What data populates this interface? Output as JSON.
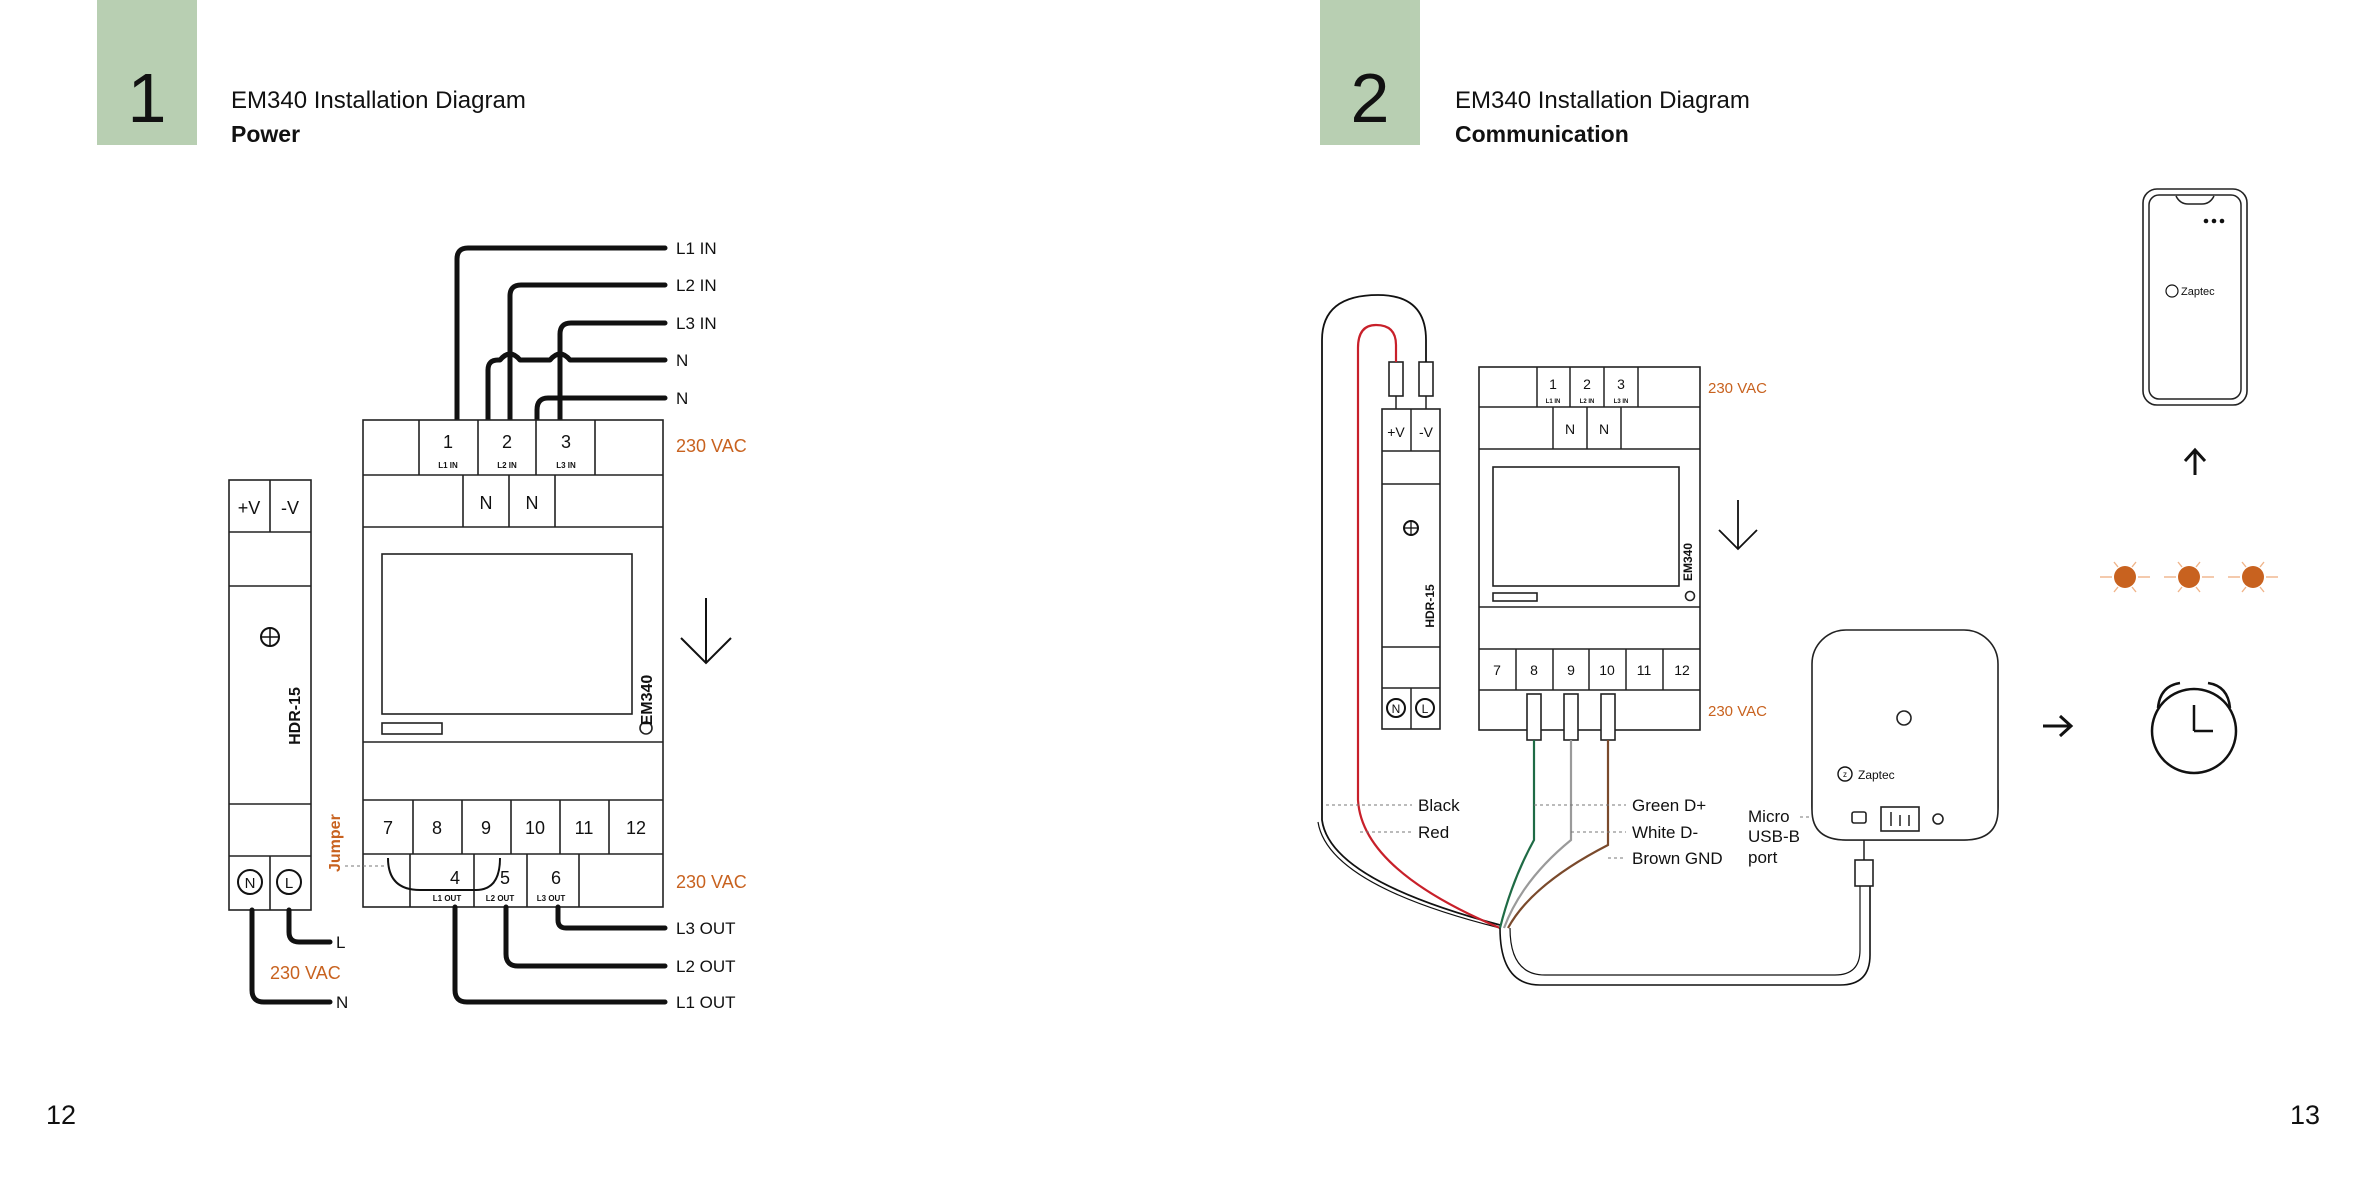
{
  "page_left": {
    "step_number": "1",
    "title": "EM340 Installation Diagram",
    "subtitle": "Power",
    "page_number": "12",
    "wire_labels": {
      "l1_in": "L1 IN",
      "l2_in": "L2 IN",
      "l3_in": "L3 IN",
      "n1": "N",
      "n2": "N",
      "l3_out": "L3 OUT",
      "l2_out": "L2 OUT",
      "l1_out": "L1 OUT",
      "psu_l": "L",
      "psu_n": "N"
    },
    "voltage_top": "230 VAC",
    "voltage_bottom": "230 VAC",
    "voltage_psu": "230 VAC",
    "jumper": "Jumper",
    "psu": {
      "plus": "+V",
      "minus": "-V",
      "model": "HDR-15",
      "n": "N",
      "l": "L"
    },
    "meter": {
      "model": "EM340",
      "top_terminals": [
        {
          "num": "1",
          "sub": "L1 IN"
        },
        {
          "num": "2",
          "sub": "L2 IN"
        },
        {
          "num": "3",
          "sub": "L3 IN"
        }
      ],
      "neutral_terminals": [
        "N",
        "N"
      ],
      "comm_terminals": [
        "7",
        "8",
        "9",
        "10",
        "11",
        "12"
      ],
      "bottom_terminals": [
        {
          "num": "4",
          "sub": "L1 OUT"
        },
        {
          "num": "5",
          "sub": "L2 OUT"
        },
        {
          "num": "6",
          "sub": "L3 OUT"
        }
      ]
    }
  },
  "page_right": {
    "step_number": "2",
    "title": "EM340 Installation Diagram",
    "subtitle": "Communication",
    "page_number": "13",
    "voltage_top": "230 VAC",
    "voltage_bottom": "230 VAC",
    "wire_labels": {
      "black": "Black",
      "red": "Red",
      "green": "Green D+",
      "white": "White D-",
      "brown": "Brown GND"
    },
    "port_label": [
      "Micro",
      "USB-B",
      "port"
    ],
    "charger_brand": "Zaptec",
    "phone_brand": "Zaptec",
    "psu": {
      "plus": "+V",
      "minus": "-V",
      "model": "HDR-15",
      "n": "N",
      "l": "L"
    },
    "meter": {
      "model": "EM340",
      "top_terminals": [
        {
          "num": "1",
          "sub": "L1 IN"
        },
        {
          "num": "2",
          "sub": "L2 IN"
        },
        {
          "num": "3",
          "sub": "L3 IN"
        }
      ],
      "neutral_terminals": [
        "N",
        "N"
      ],
      "comm_terminals": [
        "7",
        "8",
        "9",
        "10",
        "11",
        "12"
      ]
    }
  },
  "colors": {
    "accent_green": "#b8cfb2",
    "warning_orange": "#c8621f",
    "wire_red": "#c8202a",
    "wire_green": "#1f6b45",
    "wire_brown": "#7a4a2c",
    "wire_white": "#9a9a9a"
  },
  "icons": [
    "arrow-down-icon",
    "arrow-up-icon",
    "arrow-right-icon",
    "blinking-leds-icon",
    "timer-icon",
    "phone-icon",
    "zaptec-logo-icon",
    "screw-terminal-icon"
  ]
}
